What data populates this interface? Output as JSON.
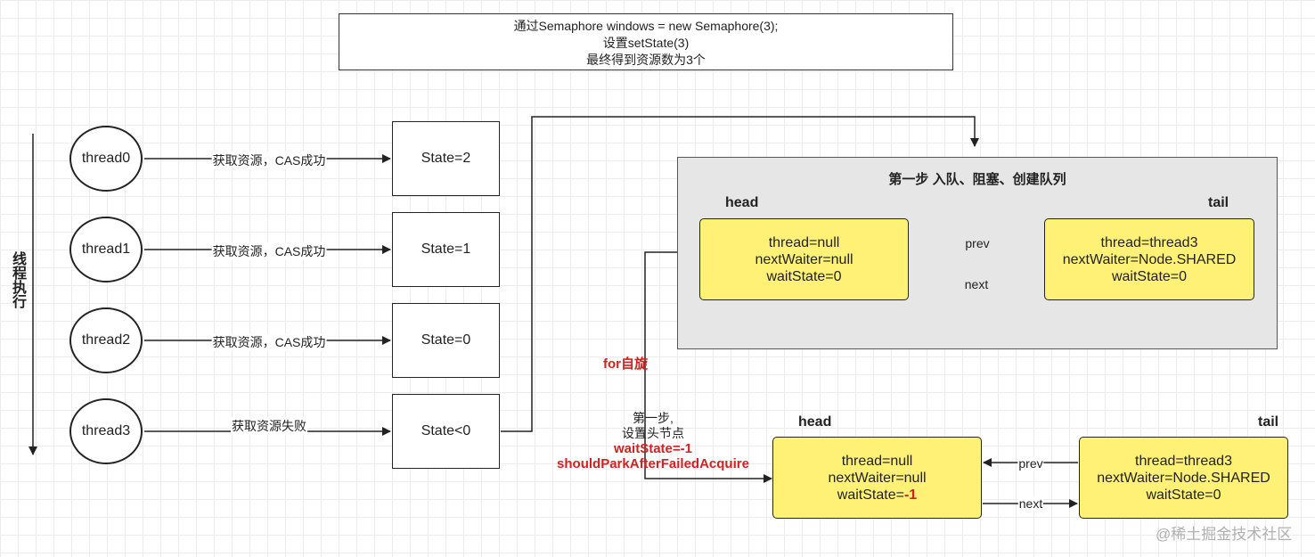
{
  "top_note": {
    "line1": "通过Semaphore windows = new Semaphore(3);",
    "line2": "设置setState(3)",
    "line3": "最终得到资源数为3个"
  },
  "vertical_label": "线程执行",
  "threads": [
    {
      "name": "thread0",
      "edge_label": "获取资源，CAS成功",
      "state": "State=2"
    },
    {
      "name": "thread1",
      "edge_label": "获取资源，CAS成功",
      "state": "State=1"
    },
    {
      "name": "thread2",
      "edge_label": "获取资源，CAS成功",
      "state": "State=0"
    },
    {
      "name": "thread3",
      "edge_label": "获取资源失败",
      "state": "State<0"
    }
  ],
  "queue_group": {
    "title": "第一步 入队、阻塞、创建队列",
    "head_label": "head",
    "tail_label": "tail",
    "head_node": [
      "thread=null",
      "nextWaiter=null",
      "waitState=0"
    ],
    "tail_node": [
      "thread=thread3",
      "nextWaiter=Node.SHARED",
      "waitState=0"
    ],
    "prev_label": "prev",
    "next_label": "next"
  },
  "spin_label": "for自旋",
  "step_note": {
    "line1": "第一步,",
    "line2": "设置头节点",
    "line3": "waitState=-1",
    "line4": "shouldParkAfterFailedAcquire"
  },
  "bottom_queue": {
    "head_label": "head",
    "tail_label": "tail",
    "head_node": {
      "thread": "thread=null",
      "next_waiter": "nextWaiter=null",
      "wait_state_prefix": "waitState=",
      "wait_state_value": "-1"
    },
    "tail_node": [
      "thread=thread3",
      "nextWaiter=Node.SHARED",
      "waitState=0"
    ],
    "prev_label": "prev",
    "next_label": "next"
  },
  "watermark": "@稀土掘金技术社区",
  "colors": {
    "node_fill": "#fff176",
    "group_fill": "#e6e6e6",
    "highlight_red": "#d32020"
  }
}
